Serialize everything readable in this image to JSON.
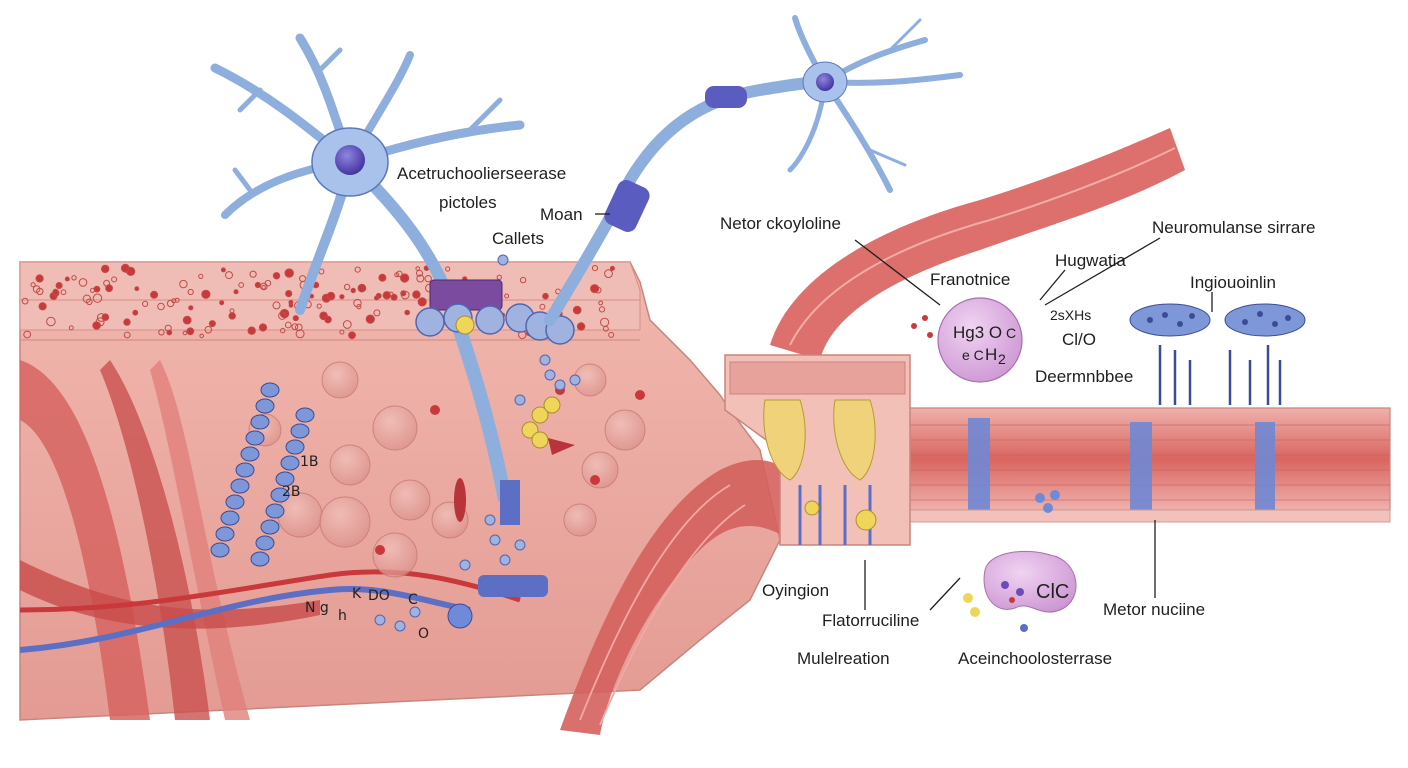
{
  "colors": {
    "background": "#ffffff",
    "tissue": "#e9a49c",
    "tissue_dark": "#d27f78",
    "muscle": "#d45f5e",
    "muscle_light": "#eaa3a0",
    "neuron": "#9db9e6",
    "neuron_outline": "#5b78b8",
    "nucleus": "#5546b2",
    "vesicle": "#9fb2e0",
    "blood_red": "#c9393b",
    "vein_blue": "#5d6fc4",
    "yellow": "#efd55a",
    "enzyme": "#d8a8dc"
  },
  "labels": {
    "acetylcholinesterase_top": "Acetruchoolierseerase",
    "particles": "pictoles",
    "moan": "Moan",
    "callets": "Callets",
    "netor": "Netor ckoyloline",
    "franotnice": "Franotnice",
    "hugwatia": "Hugwatia",
    "neuromuscular": "Neuromulanse sirrare",
    "ingiouoinlin": "Ingiouoinlin",
    "formula_left1": "Hg3 O",
    "formula_left1_sub": "C",
    "formula_left2": "e C",
    "formula_left2_b": "H",
    "formula_left2_sub": "2",
    "formula_right1": "2sXHs",
    "formula_right2": "Cl/O",
    "deermnbbee": "Deermnbbee",
    "oyingion": "Oyingion",
    "flatorruciline": "Flatorruciline",
    "mulelreation": "Mulelreation",
    "clc": "ClC",
    "metor_nuciine": "Metor nuciine",
    "acetylcholinesterase_bottom": "Aceinchoolosterrase",
    "note_1b": "1B",
    "note_2b": "2B",
    "note_n": "N g",
    "note_h": "h",
    "note_k": "K",
    "note_do": "DO",
    "note_c": "C",
    "note_o": "O"
  }
}
